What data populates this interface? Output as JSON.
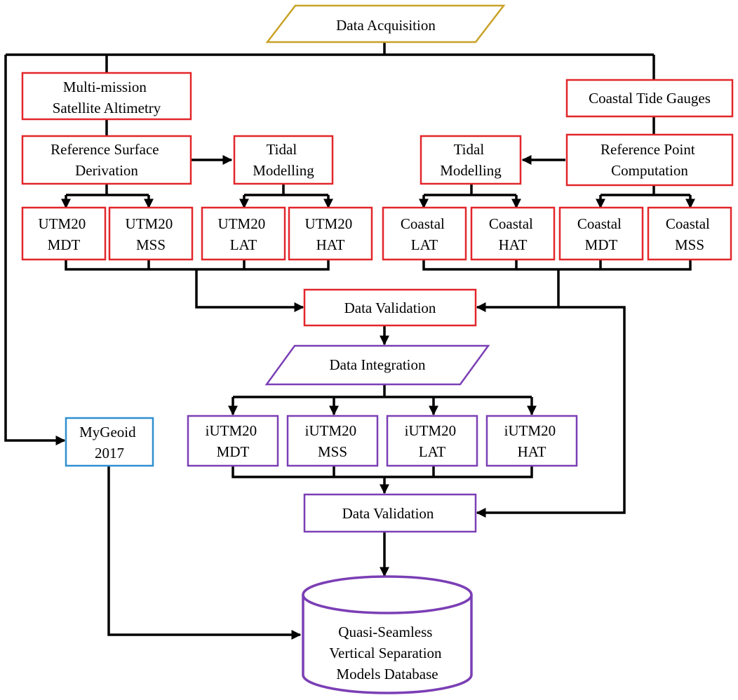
{
  "nodes": {
    "data_acquisition": "Data Acquisition",
    "multi_mission": [
      "Multi-mission",
      "Satellite Altimetry"
    ],
    "coastal_tide_gauges": "Coastal Tide Gauges",
    "ref_surface": [
      "Reference Surface",
      "Derivation"
    ],
    "tidal_modelling_left": [
      "Tidal",
      "Modelling"
    ],
    "tidal_modelling_right": [
      "Tidal",
      "Modelling"
    ],
    "ref_point": [
      "Reference Point",
      "Computation"
    ],
    "utm20_mdt": [
      "UTM20",
      "MDT"
    ],
    "utm20_mss": [
      "UTM20",
      "MSS"
    ],
    "utm20_lat": [
      "UTM20",
      "LAT"
    ],
    "utm20_hat": [
      "UTM20",
      "HAT"
    ],
    "coastal_lat": [
      "Coastal",
      "LAT"
    ],
    "coastal_hat": [
      "Coastal",
      "HAT"
    ],
    "coastal_mdt": [
      "Coastal",
      "MDT"
    ],
    "coastal_mss": [
      "Coastal",
      "MSS"
    ],
    "data_validation_1": "Data Validation",
    "data_integration": "Data Integration",
    "mygeoid": [
      "MyGeoid",
      "2017"
    ],
    "iutm20_mdt": [
      "iUTM20",
      "MDT"
    ],
    "iutm20_mss": [
      "iUTM20",
      "MSS"
    ],
    "iutm20_lat": [
      "iUTM20",
      "LAT"
    ],
    "iutm20_hat": [
      "iUTM20",
      "HAT"
    ],
    "data_validation_2": "Data Validation",
    "database": [
      "Quasi-Seamless",
      "Vertical Separation",
      "Models Database"
    ]
  },
  "colors": {
    "process_border": "#e2262a",
    "integration_border": "#7b3fb5",
    "geoid_border": "#2f8fd0",
    "acquisition_border": "#c9a227",
    "connector": "#000000"
  }
}
